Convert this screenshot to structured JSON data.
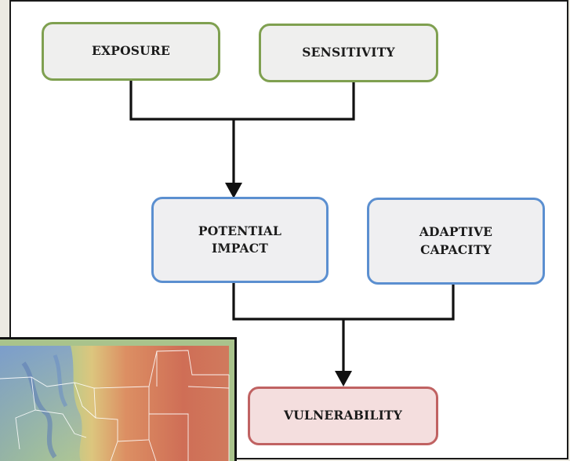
{
  "diagram": {
    "nodes": {
      "exposure": "EXPOSURE",
      "sensitivity": "SENSITIVITY",
      "potential_impact": [
        "POTENTIAL",
        "IMPACT"
      ],
      "adaptive_capacity": [
        "ADAPTIVE",
        "CAPACITY"
      ],
      "vulnerability": "VULNERABILITY"
    },
    "colors": {
      "green_border": "#7fa050",
      "blue_border": "#5b8fd0",
      "red_border": "#c06262",
      "red_fill": "#f4dede",
      "connector": "#111111"
    }
  },
  "map_inset": {
    "description_icon": "colorado-elevation-map-thumbnail"
  }
}
